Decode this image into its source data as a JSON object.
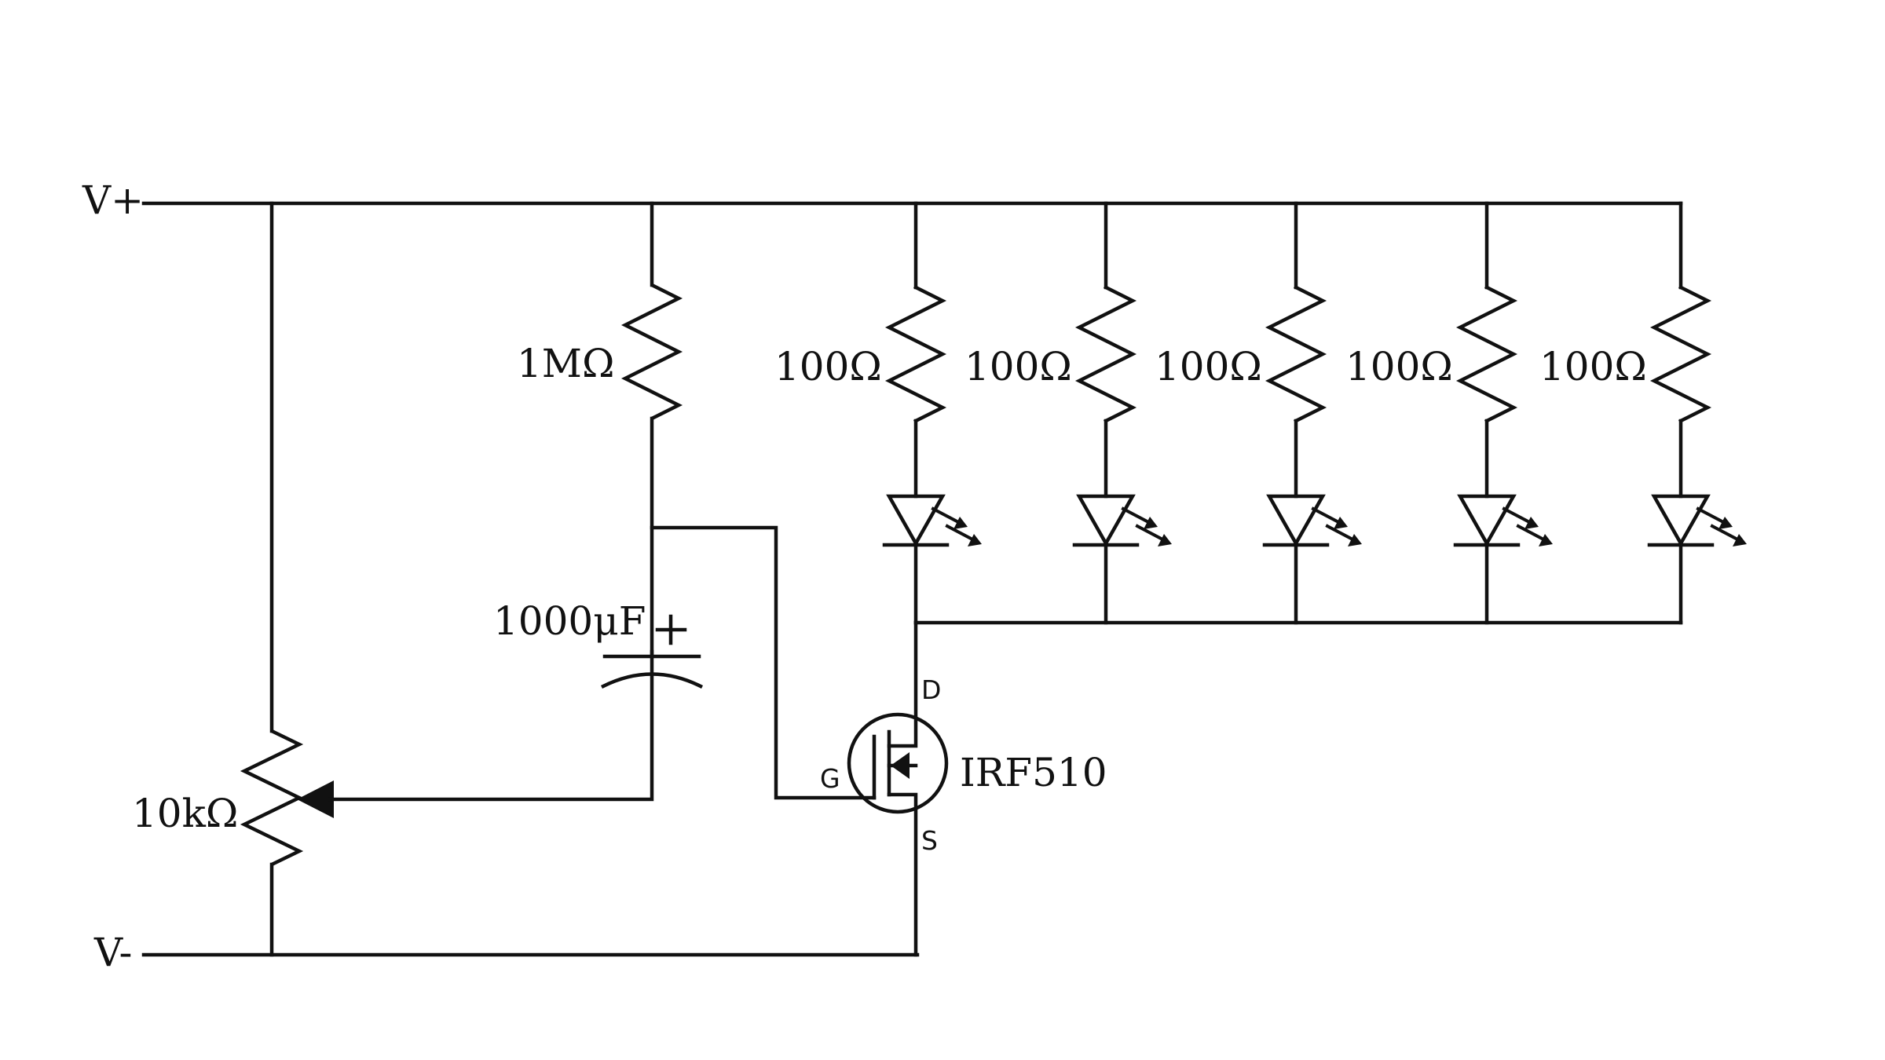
{
  "rails": {
    "positive_label": "V+",
    "negative_label": "V-"
  },
  "timing_resistor": {
    "value": "1MΩ"
  },
  "capacitor": {
    "value": "1000μF",
    "polarity_mark": "+"
  },
  "potentiometer": {
    "value": "10kΩ"
  },
  "mosfet": {
    "part": "IRF510",
    "gate_pin": "G",
    "drain_pin": "D",
    "source_pin": "S"
  },
  "led_branches": [
    {
      "resistor_value": "100Ω"
    },
    {
      "resistor_value": "100Ω"
    },
    {
      "resistor_value": "100Ω"
    },
    {
      "resistor_value": "100Ω"
    },
    {
      "resistor_value": "100Ω"
    }
  ],
  "colors": {
    "ink": "#111111",
    "background": "#ffffff"
  }
}
